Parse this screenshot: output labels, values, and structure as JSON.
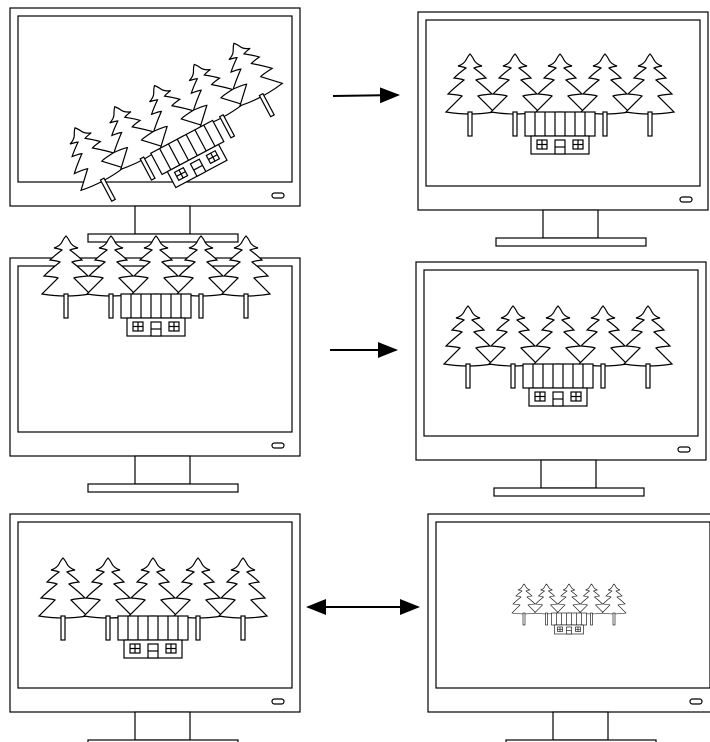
{
  "figure": {
    "panels": [
      {
        "id": "rotated",
        "scene": "forest-with-cabin",
        "transform": "rotated"
      },
      {
        "id": "restored-1",
        "scene": "forest-with-cabin",
        "transform": "none"
      },
      {
        "id": "shifted-up",
        "scene": "forest-with-cabin",
        "transform": "translated-up"
      },
      {
        "id": "restored-2",
        "scene": "forest-with-cabin",
        "transform": "none"
      },
      {
        "id": "normal",
        "scene": "forest-with-cabin",
        "transform": "none"
      },
      {
        "id": "scaled-down",
        "scene": "forest-with-cabin",
        "transform": "scaled-down"
      }
    ],
    "arrows": [
      {
        "from": "rotated",
        "to": "restored-1",
        "type": "right-arrow"
      },
      {
        "from": "shifted-up",
        "to": "restored-2",
        "type": "right-arrow"
      },
      {
        "from": "normal",
        "to": "scaled-down",
        "type": "double-arrow"
      }
    ],
    "colors": {
      "line": "#000000",
      "background": "#ffffff"
    }
  }
}
